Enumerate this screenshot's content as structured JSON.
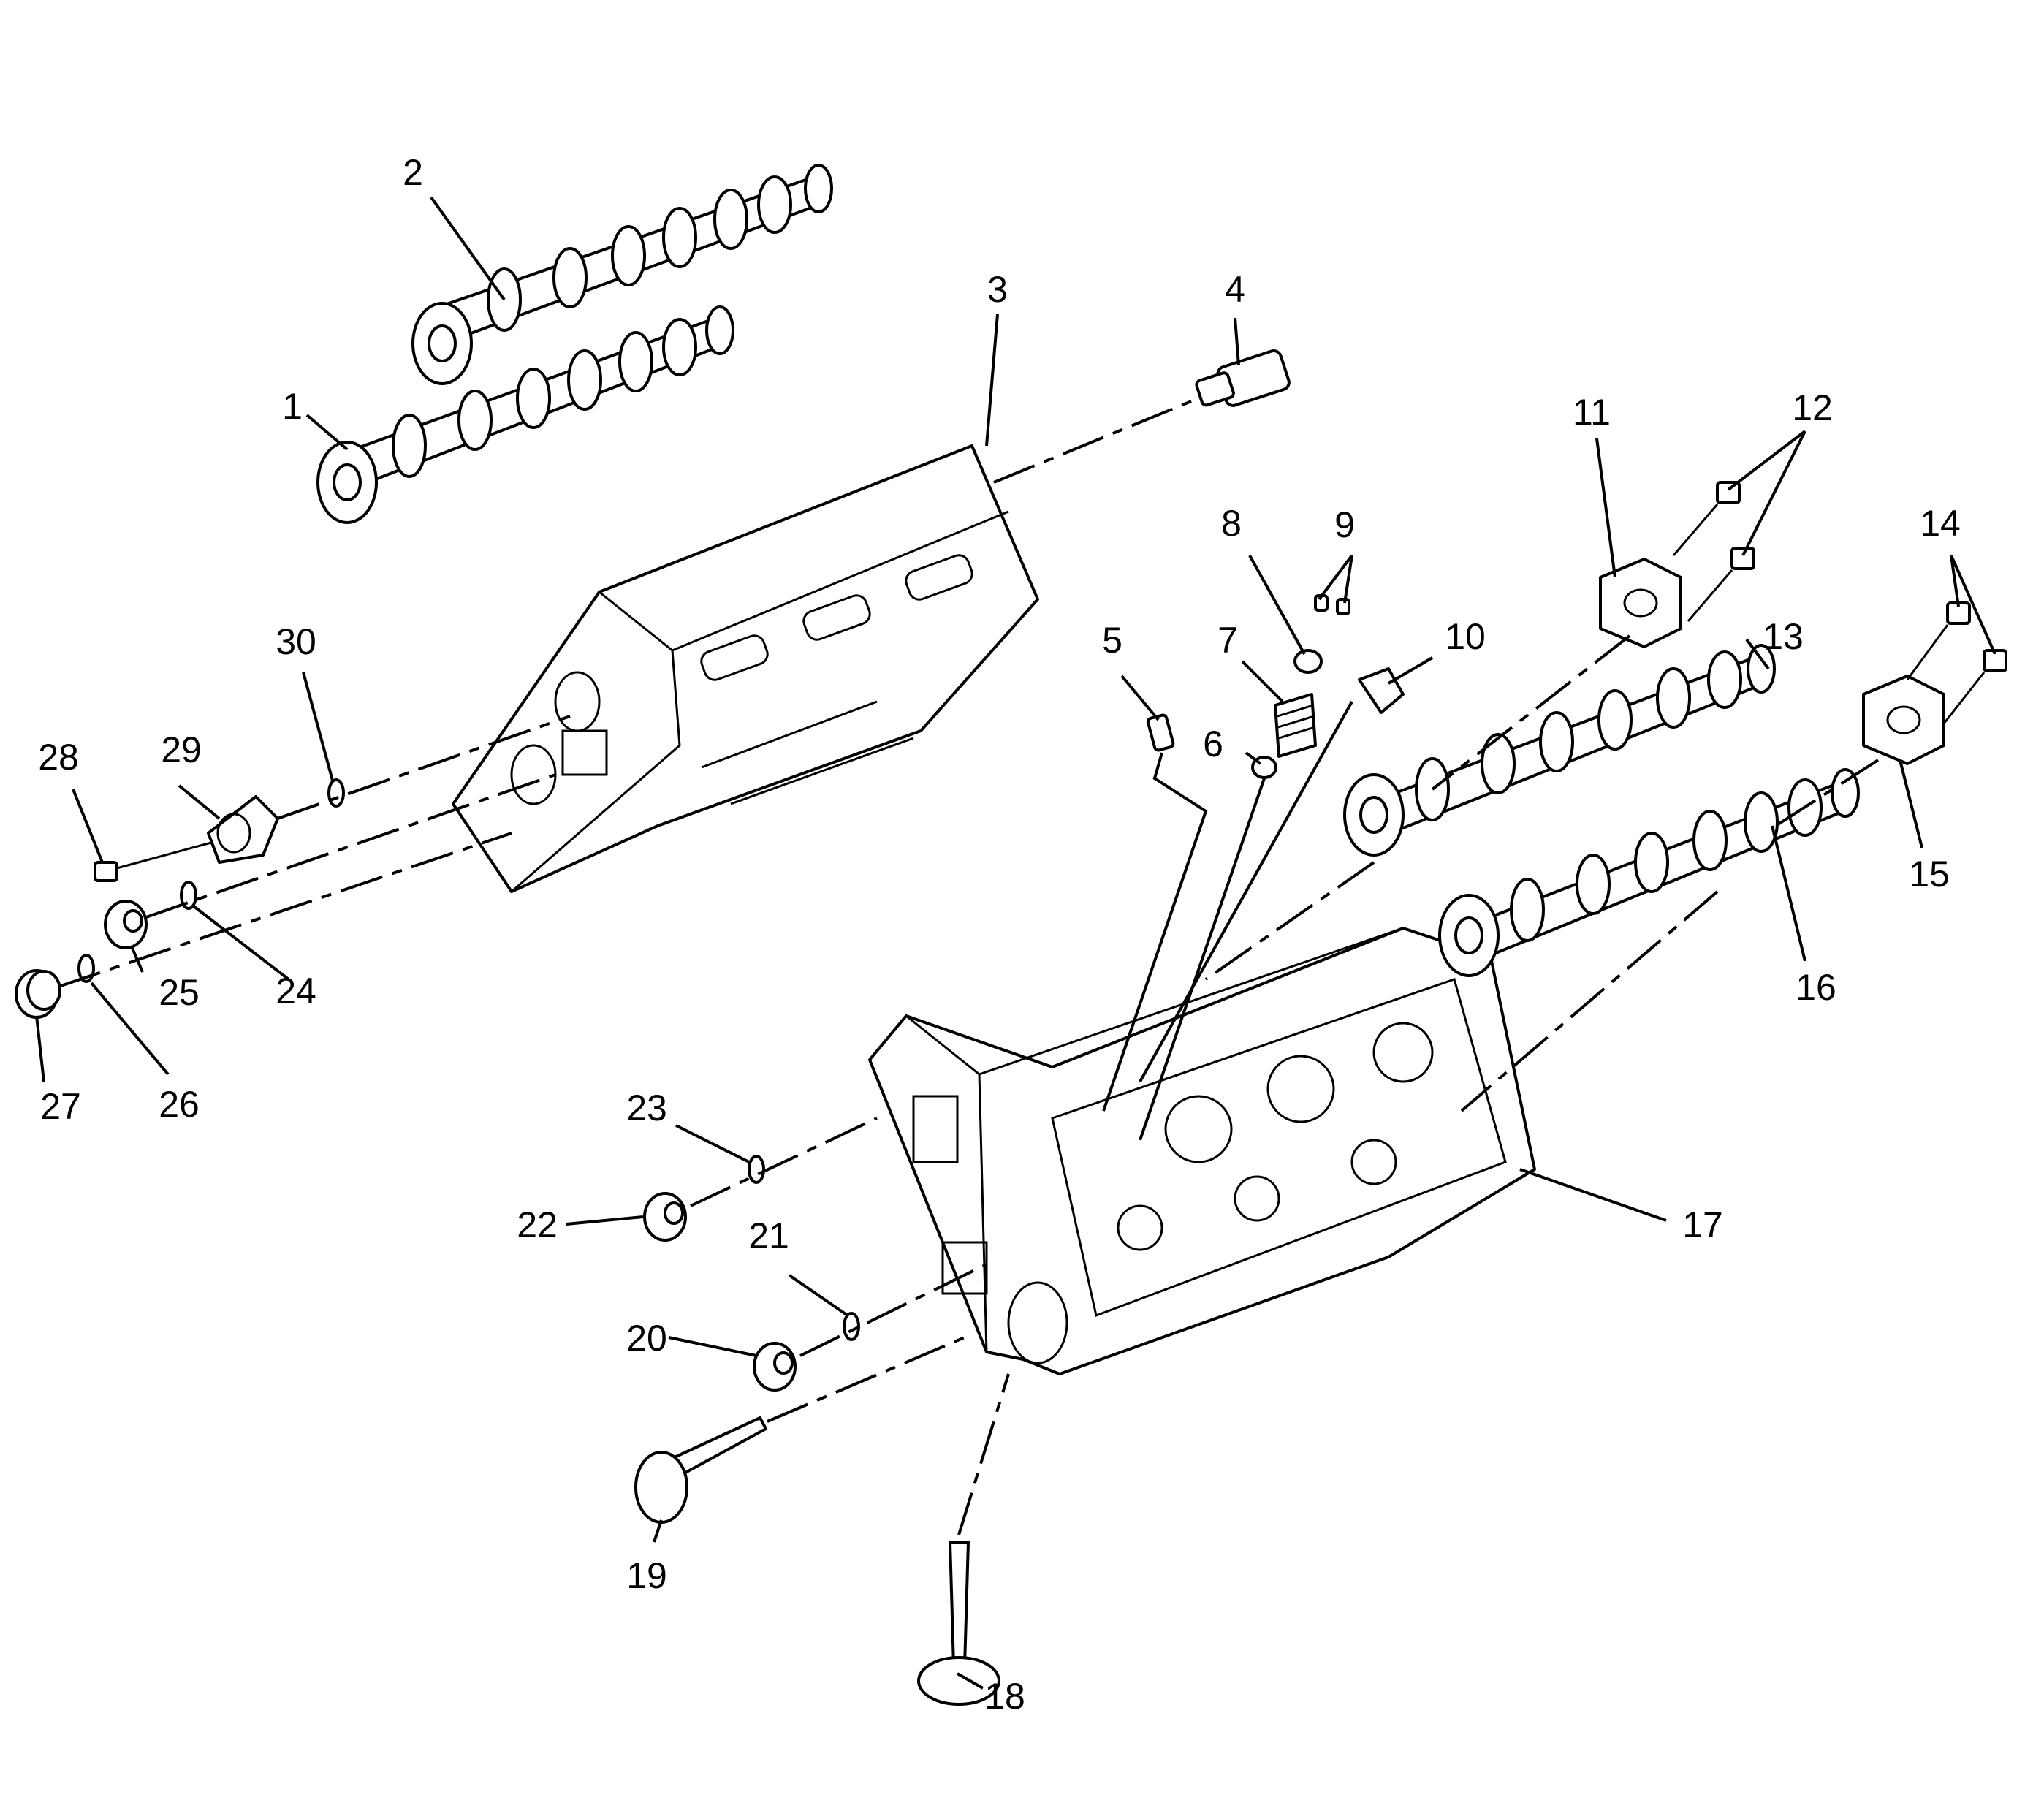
{
  "callouts": [
    "1",
    "2",
    "3",
    "4",
    "5",
    "6",
    "7",
    "8",
    "9",
    "10",
    "11",
    "12",
    "13",
    "14",
    "15",
    "16",
    "17",
    "18",
    "19",
    "20",
    "21",
    "22",
    "23",
    "24",
    "25",
    "26",
    "27",
    "28",
    "29",
    "30"
  ]
}
